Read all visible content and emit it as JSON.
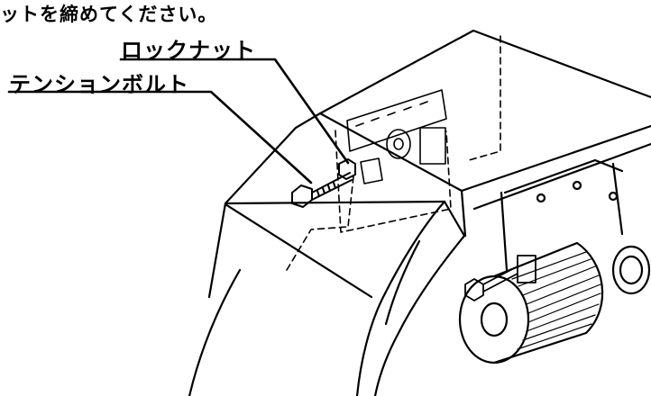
{
  "figure": {
    "caption": "ットを締めてください。",
    "labels": {
      "lock_nut": "ロックナット",
      "tension_bolt": "テンションボルト"
    },
    "icons": [
      "tension-bolt-icon",
      "lock-nut-icon",
      "motor-icon",
      "housing-icon"
    ]
  }
}
